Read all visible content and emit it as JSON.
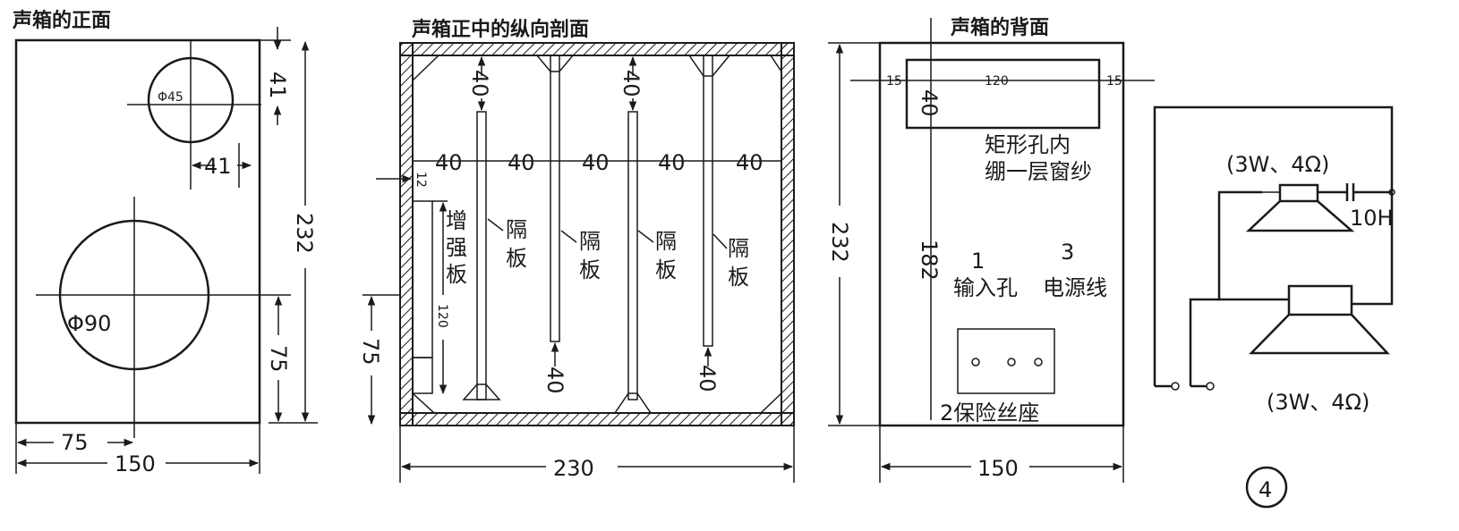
{
  "panels": {
    "front": {
      "title": "声箱的正面",
      "dims": {
        "top_offset": "41",
        "side_offset": "41",
        "height": "232",
        "bottom_offset": "75",
        "half_width": "75",
        "width": "150"
      },
      "small_hole": "Φ45",
      "large_hole": "Φ90"
    },
    "section": {
      "title": "声箱正中的纵向剖面",
      "spacings": [
        "40",
        "40",
        "40",
        "40",
        "40"
      ],
      "gaps": [
        "40",
        "40",
        "40",
        "40"
      ],
      "reinforce_thickness": "12",
      "reinforce_height": "120",
      "bottom_offset": "75",
      "width": "230",
      "reinforce_label": [
        "增",
        "强",
        "板"
      ],
      "partition_label": [
        "隔",
        "板"
      ]
    },
    "back": {
      "title": "声箱的背面",
      "left_margin": "15",
      "slot_width": "120",
      "right_margin": "15",
      "slot_top": "40",
      "slot_note": [
        "矩形孔内",
        "绷一层窗纱"
      ],
      "height": "232",
      "lower_dim": "182",
      "input_num": "1",
      "input_label": "输入孔",
      "power_num": "3",
      "power_label": "电源线",
      "fuse_label": "2保险丝座",
      "width": "150"
    },
    "circuit": {
      "speaker1": "(3W、4Ω)",
      "choke": "10H",
      "speaker2": "(3W、4Ω)",
      "figure_number": "4"
    }
  }
}
